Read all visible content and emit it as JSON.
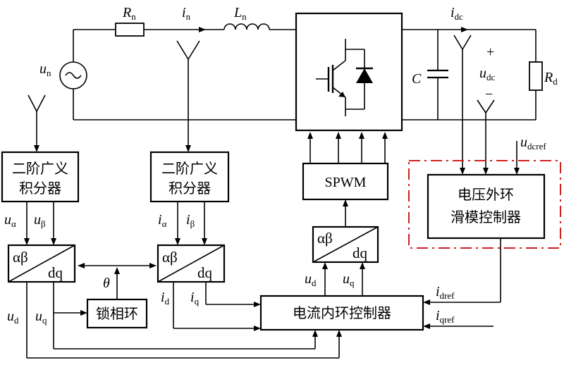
{
  "labels": {
    "r_n": "R",
    "r_n_sub": "n",
    "i_n": "i",
    "i_n_sub": "n",
    "l_n": "L",
    "l_n_sub": "n",
    "u_n": "u",
    "u_n_sub": "n",
    "i_dc": "i",
    "i_dc_sub": "dc",
    "c": "C",
    "plus": "+",
    "minus": "−",
    "u_dc": "u",
    "u_dc_sub": "dc",
    "r_d": "R",
    "r_d_sub": "d",
    "u_dcref": "u",
    "u_dcref_sub": "dcref",
    "u_alpha": "u",
    "u_alpha_sub": "α",
    "u_beta": "u",
    "u_beta_sub": "β",
    "i_alpha": "i",
    "i_alpha_sub": "α",
    "i_beta": "i",
    "i_beta_sub": "β",
    "theta": "θ",
    "u_d_left": "u",
    "u_d_left_sub": "d",
    "u_q_left": "u",
    "u_q_left_sub": "q",
    "i_d": "i",
    "i_d_sub": "d",
    "i_q": "i",
    "i_q_sub": "q",
    "u_d_mid": "u",
    "u_d_mid_sub": "d",
    "u_q_mid": "u",
    "u_q_mid_sub": "q",
    "i_dref": "i",
    "i_dref_sub": "dref",
    "i_qref": "i",
    "i_qref_sub": "qref"
  },
  "blocks": {
    "sogi_left": {
      "line1": "二阶广义",
      "line2": "积分器"
    },
    "sogi_mid": {
      "line1": "二阶广义",
      "line2": "积分器"
    },
    "spwm": "SPWM",
    "voltage_loop": {
      "line1": "电压外环",
      "line2": "滑模控制器"
    },
    "pll": "锁相环",
    "current_loop": "电流内环控制器",
    "transform": {
      "top": "αβ",
      "bottom": "dq"
    }
  }
}
